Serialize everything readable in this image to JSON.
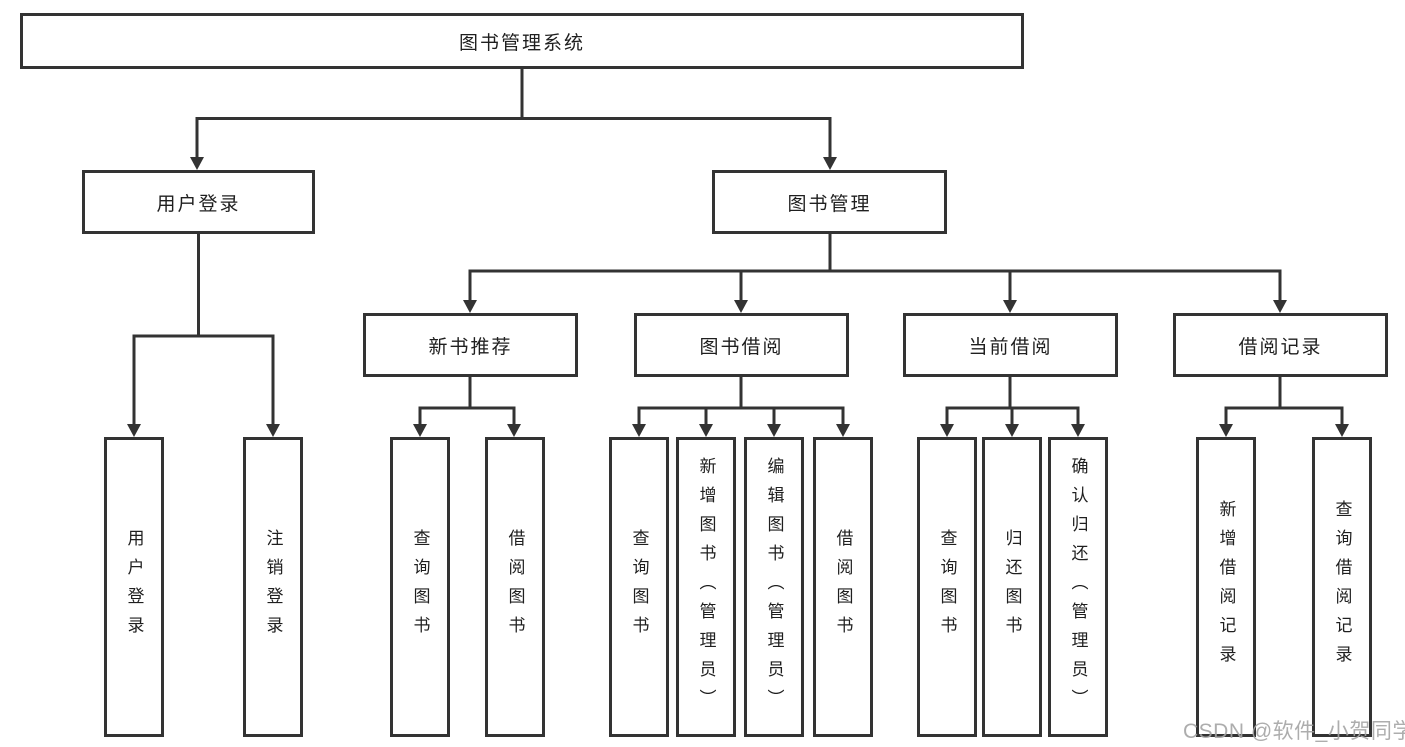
{
  "diagram": {
    "title": "图书管理系统",
    "tree": {
      "root": {
        "label": "图书管理系统",
        "children": [
          {
            "label": "用户登录",
            "children": [
              {
                "label": "用户登录"
              },
              {
                "label": "注销登录"
              }
            ]
          },
          {
            "label": "图书管理",
            "children": [
              {
                "label": "新书推荐",
                "children": [
                  {
                    "label": "查询图书"
                  },
                  {
                    "label": "借阅图书"
                  }
                ]
              },
              {
                "label": "图书借阅",
                "children": [
                  {
                    "label": "查询图书"
                  },
                  {
                    "label": "新增图书（管理员）"
                  },
                  {
                    "label": "编辑图书（管理员）"
                  },
                  {
                    "label": "借阅图书"
                  }
                ]
              },
              {
                "label": "当前借阅",
                "children": [
                  {
                    "label": "查询图书"
                  },
                  {
                    "label": "归还图书"
                  },
                  {
                    "label": "确认归还（管理员）"
                  }
                ]
              },
              {
                "label": "借阅记录",
                "children": [
                  {
                    "label": "新增借阅记录"
                  },
                  {
                    "label": "查询借阅记录"
                  }
                ]
              }
            ]
          }
        ]
      }
    },
    "line_color": "#333333",
    "text_color": "#1f1f1f"
  },
  "watermark": {
    "text": "CSDN @软件_小贺同学",
    "color": "#a4a4a4"
  }
}
